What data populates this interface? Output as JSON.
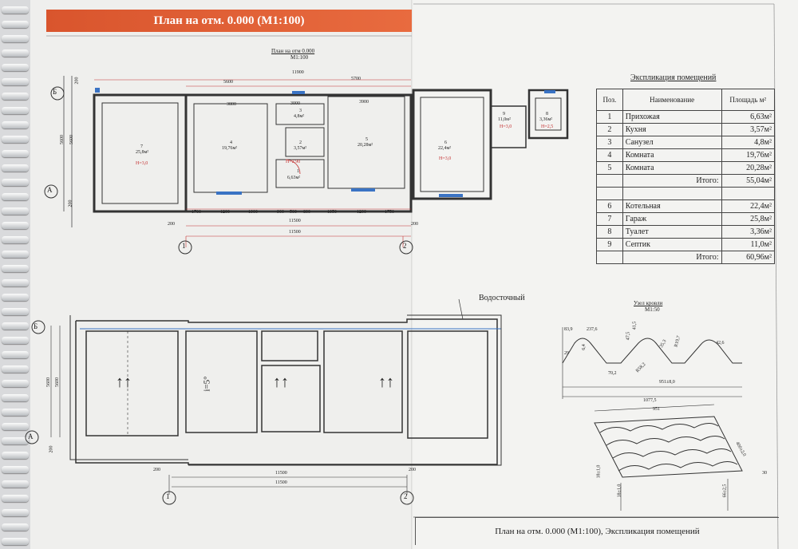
{
  "banner_title": "План на отм. 0.000 (М1:100)",
  "plan": {
    "subtitle_line1": "План на отм 0.000",
    "subtitle_line2": "М1:100",
    "axis_b": "Б",
    "axis_a": "А",
    "axis_1": "1",
    "axis_2": "2",
    "dims_top": [
      "11900",
      "5600",
      "5700",
      "3800",
      "3000",
      "3900"
    ],
    "dims_bottom": [
      "1700",
      "1200",
      "1900",
      "900",
      "500",
      "800",
      "1950",
      "1200",
      "1750"
    ],
    "dim_total": "11500",
    "dim_200": "200",
    "dim_left": [
      "5600",
      "5600",
      "200",
      "200"
    ],
    "rooms": [
      {
        "num": "7",
        "area": "25,8м²",
        "h": "Н=3,0"
      },
      {
        "num": "4",
        "area": "19,76м²",
        "h": ""
      },
      {
        "num": "3",
        "area": "4,8м²",
        "h": ""
      },
      {
        "num": "2",
        "area": "3,57м²",
        "h": ""
      },
      {
        "num": "1",
        "area": "6,63м²",
        "h": "Н=2,90"
      },
      {
        "num": "5",
        "area": "20,28м²",
        "h": ""
      },
      {
        "num": "6",
        "area": "22,4м²",
        "h": "Н=3,0"
      },
      {
        "num": "9",
        "area": "11,0м²",
        "h": "Н=3,0"
      },
      {
        "num": "8",
        "area": "3,36м²",
        "h": "Н=2,5"
      }
    ]
  },
  "roof": {
    "gutter_label": "Водосточный",
    "slope_label": "i=5°",
    "arrows": "↑↑",
    "dim_total": "11500",
    "dim_200": "200",
    "axis_b": "Б",
    "axis_a": "А",
    "axis_1": "1",
    "axis_2": "2",
    "dim_left": [
      "5600",
      "5600",
      "200"
    ]
  },
  "node": {
    "title_line1": "Узел кровли",
    "title_line2": "М1:50",
    "dims": [
      "83,9",
      "237,6",
      "47,5",
      "41,5",
      "6,4",
      "29",
      "35,3",
      "R19,7",
      "42,6",
      "R58,2",
      "70,2",
      "951±8,0",
      "1077,5",
      "951",
      "400±2,0",
      "30",
      "18±1,0",
      "18±1,0",
      "66±2,5"
    ]
  },
  "explication": {
    "title": "Экспликация помещений",
    "headers": [
      "Поз.",
      "Наименование",
      "Площадь м²"
    ],
    "rows1": [
      {
        "pos": "1",
        "name": "Прихожая",
        "area": "6,63м²"
      },
      {
        "pos": "2",
        "name": "Кухня",
        "area": "3,57м²"
      },
      {
        "pos": "3",
        "name": "Санузел",
        "area": "4,8м²"
      },
      {
        "pos": "4",
        "name": "Комната",
        "area": "19,76м²"
      },
      {
        "pos": "5",
        "name": "Комната",
        "area": "20,28м²"
      }
    ],
    "total1_label": "Итого:",
    "total1_value": "55,04м²",
    "rows2": [
      {
        "pos": "6",
        "name": "Котельная",
        "area": "22,4м²"
      },
      {
        "pos": "7",
        "name": "Гараж",
        "area": "25,8м²"
      },
      {
        "pos": "8",
        "name": "Туалет",
        "area": "3,36м²"
      },
      {
        "pos": "9",
        "name": "Септик",
        "area": "11,0м²"
      }
    ],
    "total2_label": "Итого:",
    "total2_value": "60,96м²"
  },
  "sheet_title": "План на отм. 0.000 (М1:100), Экспликация помещений"
}
